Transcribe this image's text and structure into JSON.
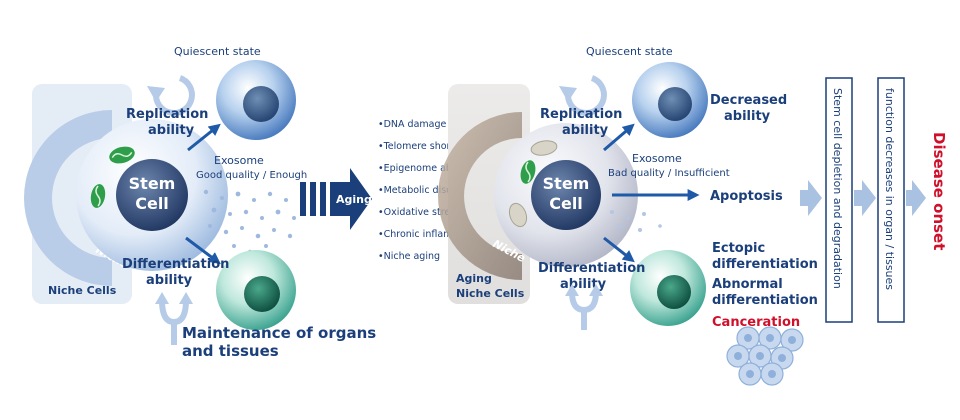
{
  "left": {
    "quiescent": "Quiescent state",
    "replication": [
      "Replication",
      "ability"
    ],
    "exosome": "Exosome",
    "exosome_quality": "Good quality / Enough",
    "stem_cell": [
      "Stem",
      "Cell"
    ],
    "niche": "Niche",
    "niche_cells": "Niche Cells",
    "differentiation": [
      "Differentiation",
      "ability"
    ],
    "maintenance": [
      "Maintenance of organs",
      "and tissues"
    ]
  },
  "aging": {
    "label": "Aging",
    "factors": [
      "DNA damage",
      "Telomere shortening",
      "Epigenome abnormality",
      "Metabolic disorder",
      "Oxidative stress",
      "Chronic inflammation",
      "Niche aging"
    ]
  },
  "right": {
    "quiescent": "Quiescent state",
    "replication": [
      "Replication",
      "ability"
    ],
    "decreased": [
      "Decreased",
      "ability"
    ],
    "exosome": "Exosome",
    "exosome_quality": "Bad quality / Insufficient",
    "stem_cell": [
      "Stem",
      "Cell"
    ],
    "niche": "Niche",
    "aging_niche_cells": [
      "Aging",
      "Niche Cells"
    ],
    "apoptosis": "Apoptosis",
    "differentiation": [
      "Differentiation",
      "ability"
    ],
    "ectopic": [
      "Ectopic",
      "differentiation"
    ],
    "abnormal": [
      "Abnormal",
      "differentiation"
    ],
    "canceration": "Canceration"
  },
  "outcome": {
    "depletion": "Stem cell depletion and degradation",
    "function": "function decreases in organ / tissues",
    "disease": "Disease onset"
  },
  "colors": {
    "navy": "#1b3f7a",
    "accent_blue": "#1e5aa8",
    "red": "#d0102a",
    "niche_blue": "#b9cde8",
    "pale_blue": "#e4ecf6"
  }
}
